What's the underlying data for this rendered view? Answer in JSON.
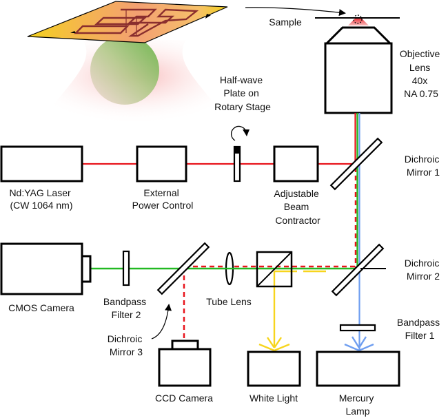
{
  "colors": {
    "laser_ir": "#e8141c",
    "fluorescence": "#22b922",
    "excitation": "#6f9ef0",
    "white_light": "#f7d51d"
  },
  "inset": {
    "description": "sample slab with micro-pattern above trapped sphere in focused beam"
  },
  "labels": {
    "sample": "Sample",
    "objective": [
      "Objective",
      "Lens",
      "40x",
      "NA 0.75"
    ],
    "half_wave": [
      "Half-wave",
      "Plate on",
      "Rotary Stage"
    ],
    "laser": [
      "Nd:YAG Laser",
      "(CW 1064 nm)"
    ],
    "power": [
      "External",
      "Power Control"
    ],
    "contractor": [
      "Adjustable",
      "Beam",
      "Contractor"
    ],
    "dichroic1": [
      "Dichroic",
      "Mirror 1"
    ],
    "dichroic2": [
      "Dichroic",
      "Mirror 2"
    ],
    "dichroic3": [
      "Dichroic",
      "Mirror 3"
    ],
    "cmos": "CMOS Camera",
    "bandpass2": [
      "Bandpass",
      "Filter 2"
    ],
    "tube_lens": "Tube Lens",
    "bandpass1": [
      "Bandpass",
      "Filter 1"
    ],
    "ccd": "CCD Camera",
    "white_light": "White Light",
    "mercury": [
      "Mercury",
      "Lamp"
    ]
  }
}
